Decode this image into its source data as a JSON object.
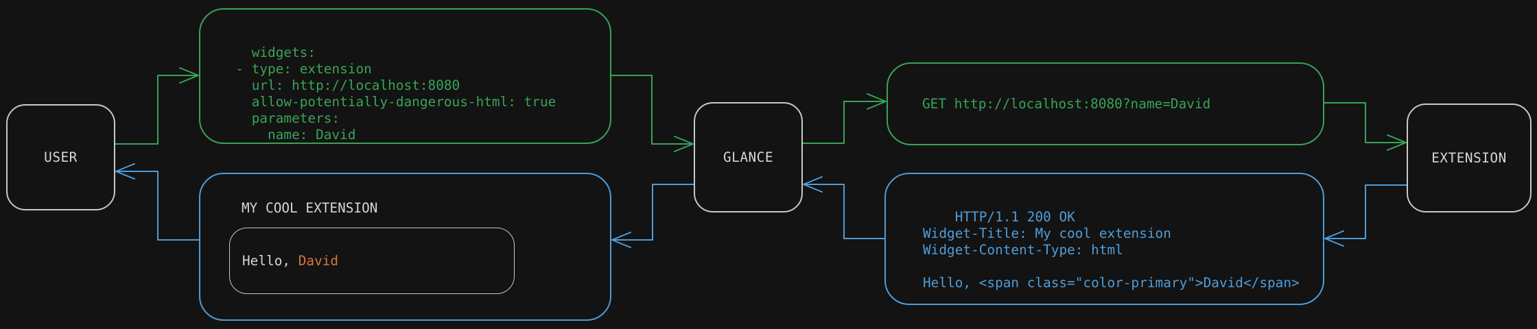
{
  "nodes": {
    "user": {
      "label": "USER"
    },
    "glance": {
      "label": "GLANCE"
    },
    "extension": {
      "label": "EXTENSION"
    }
  },
  "config_box": {
    "lines": [
      "widgets:",
      "  - type: extension",
      "    url: http://localhost:8080",
      "    allow-potentially-dangerous-html: true",
      "    parameters:",
      "      name: David"
    ]
  },
  "request_box": {
    "text": "GET http://localhost:8080?name=David"
  },
  "response_box": {
    "lines": [
      "HTTP/1.1 200 OK",
      "Widget-Title: My cool extension",
      "Widget-Content-Type: html",
      "",
      "Hello, <span class=\"color-primary\">David</span>"
    ]
  },
  "widget_box": {
    "title": "MY COOL EXTENSION",
    "greeting_prefix": "Hello, ",
    "greeting_name": "David"
  },
  "colors": {
    "background": "#131313",
    "green": "#3aa357",
    "blue": "#4f9dda",
    "orange": "#e0713a",
    "gray": "#c9c9c9",
    "text": "#d6d6d6"
  }
}
